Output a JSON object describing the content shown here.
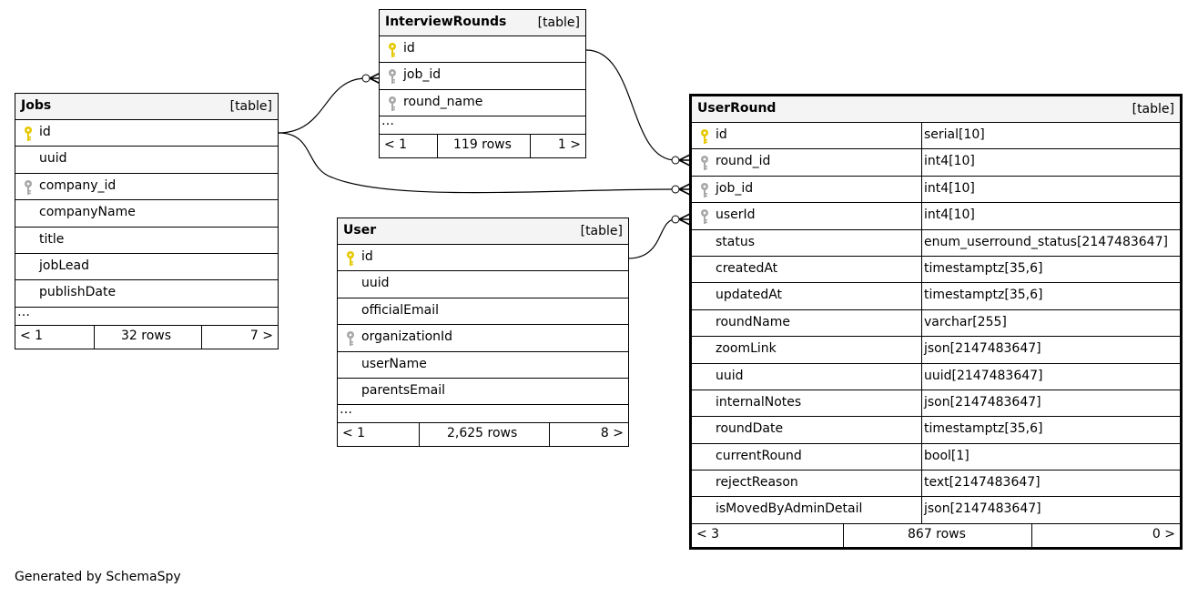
{
  "diagram": {
    "tables": {
      "interviewRounds": {
        "name": "InterviewRounds",
        "type": "[table]",
        "columns": [
          {
            "name": "id",
            "key": "primary"
          },
          {
            "name": "job_id",
            "key": "foreign"
          },
          {
            "name": "round_name",
            "key": "foreign"
          }
        ],
        "ellipsis": "…",
        "footer": {
          "prev": "< 1",
          "rows": "119 rows",
          "next": "1 >"
        }
      },
      "jobs": {
        "name": "Jobs",
        "type": "[table]",
        "columns": [
          {
            "name": "id",
            "key": "primary"
          },
          {
            "name": "uuid",
            "key": ""
          },
          {
            "name": "company_id",
            "key": "foreign"
          },
          {
            "name": "companyName",
            "key": ""
          },
          {
            "name": "title",
            "key": ""
          },
          {
            "name": "jobLead",
            "key": ""
          },
          {
            "name": "publishDate",
            "key": ""
          }
        ],
        "ellipsis": "…",
        "footer": {
          "prev": "< 1",
          "rows": "32 rows",
          "next": "7 >"
        }
      },
      "user": {
        "name": "User",
        "type": "[table]",
        "columns": [
          {
            "name": "id",
            "key": "primary"
          },
          {
            "name": "uuid",
            "key": ""
          },
          {
            "name": "officialEmail",
            "key": ""
          },
          {
            "name": "organizationId",
            "key": "foreign"
          },
          {
            "name": "userName",
            "key": ""
          },
          {
            "name": "parentsEmail",
            "key": ""
          }
        ],
        "ellipsis": "…",
        "footer": {
          "prev": "< 1",
          "rows": "2,625 rows",
          "next": "8 >"
        }
      },
      "userRound": {
        "name": "UserRound",
        "type": "[table]",
        "columns": [
          {
            "name": "id",
            "key": "primary",
            "dtype": "serial[10]"
          },
          {
            "name": "round_id",
            "key": "foreign",
            "dtype": "int4[10]"
          },
          {
            "name": "job_id",
            "key": "foreign",
            "dtype": "int4[10]"
          },
          {
            "name": "userId",
            "key": "foreign",
            "dtype": "int4[10]"
          },
          {
            "name": "status",
            "key": "",
            "dtype": "enum_userround_status[2147483647]"
          },
          {
            "name": "createdAt",
            "key": "",
            "dtype": "timestamptz[35,6]"
          },
          {
            "name": "updatedAt",
            "key": "",
            "dtype": "timestamptz[35,6]"
          },
          {
            "name": "roundName",
            "key": "",
            "dtype": "varchar[255]"
          },
          {
            "name": "zoomLink",
            "key": "",
            "dtype": "json[2147483647]"
          },
          {
            "name": "uuid",
            "key": "",
            "dtype": "uuid[2147483647]"
          },
          {
            "name": "internalNotes",
            "key": "",
            "dtype": "json[2147483647]"
          },
          {
            "name": "roundDate",
            "key": "",
            "dtype": "timestamptz[35,6]"
          },
          {
            "name": "currentRound",
            "key": "",
            "dtype": "bool[1]"
          },
          {
            "name": "rejectReason",
            "key": "",
            "dtype": "text[2147483647]"
          },
          {
            "name": "isMovedByAdminDetail",
            "key": "",
            "dtype": "json[2147483647]"
          }
        ],
        "footer": {
          "prev": "< 3",
          "rows": "867 rows",
          "next": "0 >"
        }
      }
    },
    "colors": {
      "primary_key": "#e6c800",
      "foreign_key": "#a8a8a8",
      "header_bg": "#f4f4f4"
    }
  },
  "footer_text": "Generated by SchemaSpy"
}
